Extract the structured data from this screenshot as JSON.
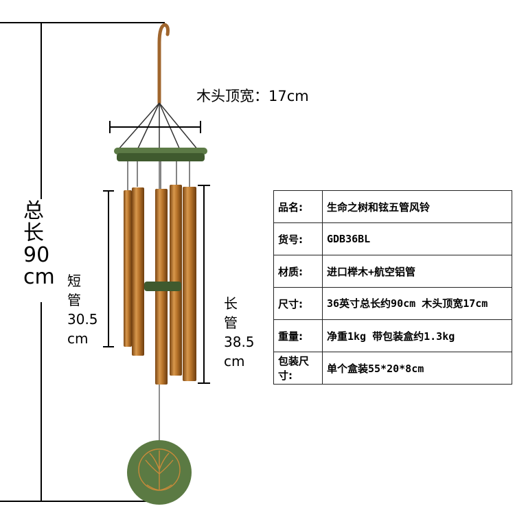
{
  "labels": {
    "top_width": "木头顶宽：17cm",
    "total_length": [
      "总",
      "长",
      "90",
      "cm"
    ],
    "short_tube": [
      "短",
      "管",
      "30.5",
      "cm"
    ],
    "long_tube": [
      "长",
      "管",
      "38.5",
      "cm"
    ]
  },
  "spec_table": [
    {
      "key": "品名:",
      "value": "生命之树和铉五管风铃"
    },
    {
      "key": "货号:",
      "value": "GDB36BL"
    },
    {
      "key": "材质:",
      "value": "进口榉木+航空铝管"
    },
    {
      "key": "尺寸:",
      "value": "36英寸总长约90cm 木头顶宽17cm"
    },
    {
      "key": "重量:",
      "value": "净重1kg 带包装盒约1.3kg"
    },
    {
      "key": "包装尺寸:",
      "value": "单个盒装55*20*8cm"
    }
  ],
  "colors": {
    "tube": "#b8742a",
    "green_top": "#4d6a3a",
    "disc": "#5b7a43",
    "hook": "#a0662e"
  }
}
